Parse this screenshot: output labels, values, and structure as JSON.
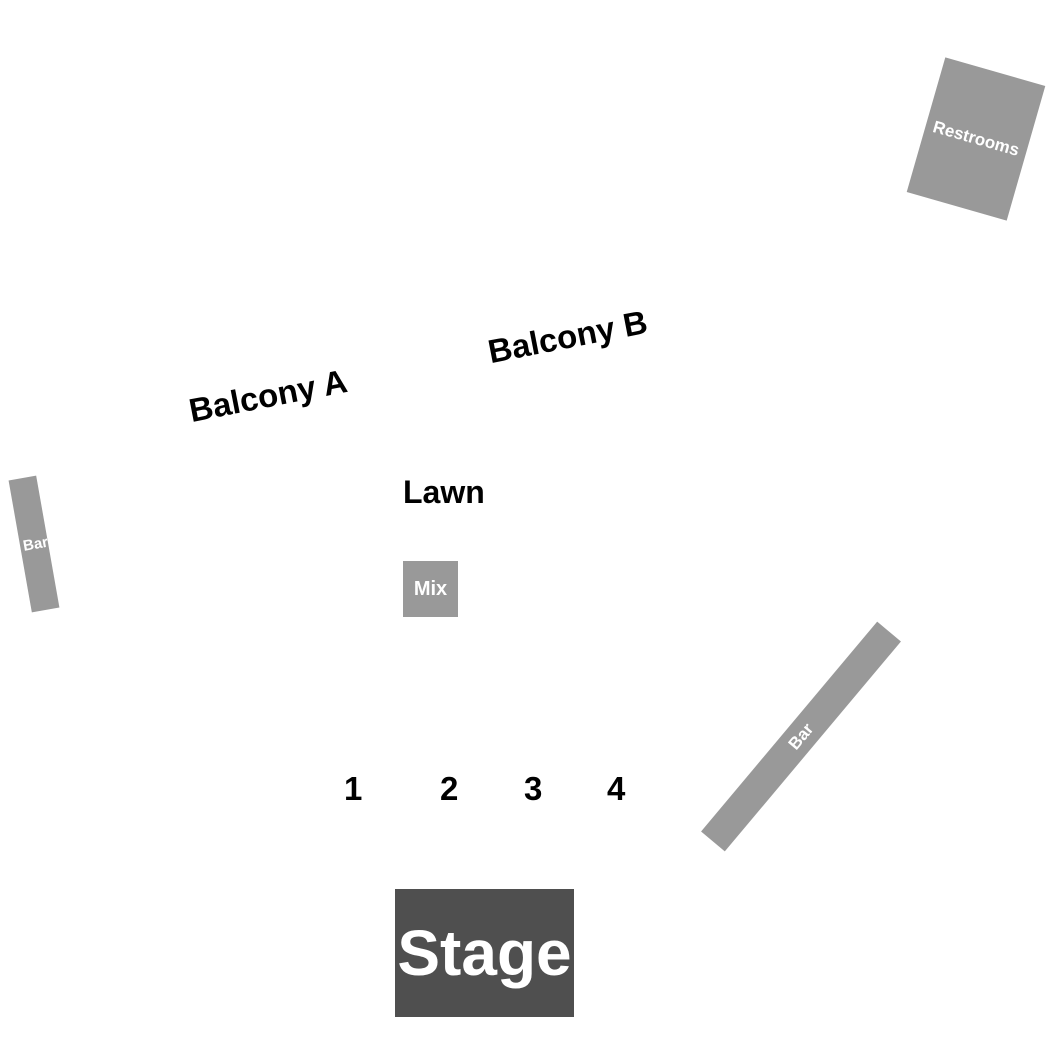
{
  "map": {
    "stage_label": "Stage",
    "mix_label": "Mix",
    "restrooms_label": "Restrooms",
    "bar_left_label": "Bar",
    "bar_right_label": "Bar",
    "sections": {
      "balcony_a": "Balcony A",
      "balcony_b": "Balcony B",
      "lawn": "Lawn"
    },
    "rows": [
      "1",
      "2",
      "3",
      "4"
    ],
    "colors": {
      "stage": "#4f4f4f",
      "facility": "#999999",
      "label_text": "#000000",
      "block_text": "#ffffff",
      "background": "#ffffff"
    }
  }
}
